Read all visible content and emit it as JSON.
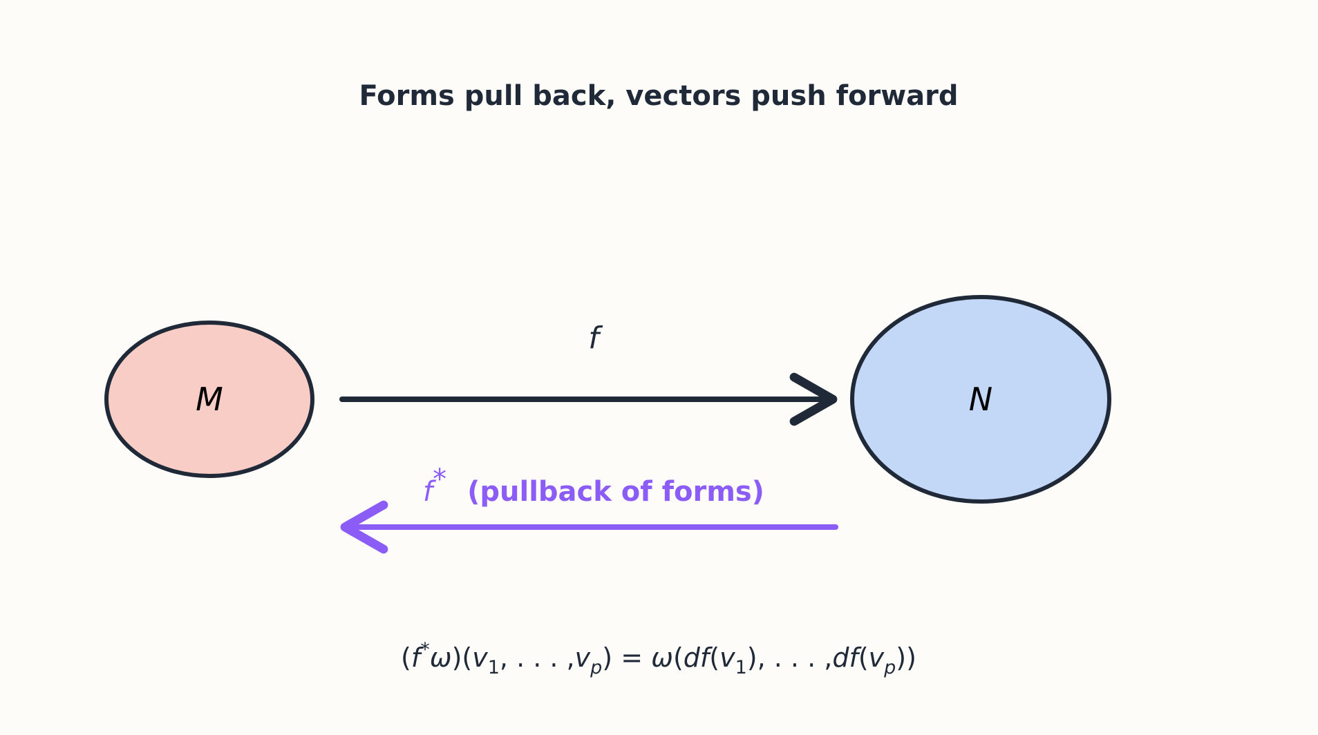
{
  "title": "Forms pull back, vectors push forward",
  "colors": {
    "background": "#fdfcf8",
    "ink": "#1f2937",
    "node_m_fill": "#f7cdc6",
    "node_n_fill": "#c3d7f6",
    "pullback": "#8b5cf6"
  },
  "nodes": {
    "m": {
      "label": "M"
    },
    "n": {
      "label": "N"
    }
  },
  "forward_map": {
    "label": "f"
  },
  "pullback_map": {
    "symbol": "f",
    "symbol_sup": "*",
    "description": "(pullback of forms)"
  },
  "formula": {
    "lhs_open": "(",
    "f": "f",
    "star": "*",
    "omega": "ω",
    "lhs_mid": ")(",
    "v": "v",
    "sub1": "1",
    "sep1": ", . . . ,",
    "subp": "p",
    "lhs_close": ")",
    "eq": " = ",
    "rhs_omega": "ω",
    "rhs_open": "(",
    "df": "df",
    "paren_open": "(",
    "paren_close": ")",
    "rhs_close": ")"
  }
}
